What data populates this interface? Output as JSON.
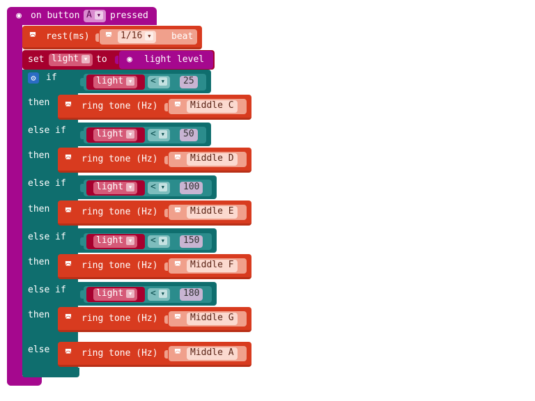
{
  "event": {
    "label_on": "on button",
    "button_value": "A",
    "label_pressed": "pressed"
  },
  "rest": {
    "label": "rest(ms)",
    "beat_value": "1/16",
    "beat_label": "beat"
  },
  "set": {
    "label_set": "set",
    "variable": "light",
    "label_to": "to",
    "value_label": "light level"
  },
  "conditions": [
    {
      "keyword": "if",
      "variable": "light",
      "operator": "<",
      "value": "25",
      "then_label": "then",
      "action": "ring tone (Hz)",
      "note": "Middle C"
    },
    {
      "keyword": "else if",
      "variable": "light",
      "operator": "<",
      "value": "50",
      "then_label": "then",
      "action": "ring tone (Hz)",
      "note": "Middle D"
    },
    {
      "keyword": "else if",
      "variable": "light",
      "operator": "<",
      "value": "100",
      "then_label": "then",
      "action": "ring tone (Hz)",
      "note": "Middle E"
    },
    {
      "keyword": "else if",
      "variable": "light",
      "operator": "<",
      "value": "150",
      "then_label": "then",
      "action": "ring tone (Hz)",
      "note": "Middle F"
    },
    {
      "keyword": "else if",
      "variable": "light",
      "operator": "<",
      "value": "180",
      "then_label": "then",
      "action": "ring tone (Hz)",
      "note": "Middle G"
    }
  ],
  "else_branch": {
    "label": "else",
    "action": "ring tone (Hz)",
    "note": "Middle A"
  },
  "colors": {
    "input_block": "#a5088e",
    "music_block": "#d83b1f",
    "music_shadow": "#b82f17",
    "music_inner": "#f0a08c",
    "variable_block": "#a6002e",
    "variable_inner": "#d55a78",
    "logic_block": "#0f6e6e",
    "compare_block": "#2b8c8c",
    "number_slot": "#c8b4d2"
  },
  "icons": {
    "event": "target-icon",
    "music": "headphones-icon",
    "mutator": "gear-icon"
  }
}
